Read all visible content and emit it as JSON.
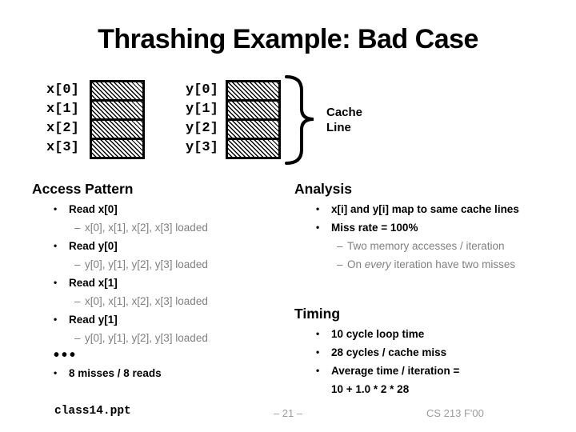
{
  "slide": {
    "title": "Thrashing Example: Bad Case"
  },
  "markers": {
    "bullet": "•",
    "dash": "–"
  },
  "diagram": {
    "x_labels": [
      "x[0]",
      "x[1]",
      "x[2]",
      "x[3]"
    ],
    "y_labels": [
      "y[0]",
      "y[1]",
      "y[2]",
      "y[3]"
    ],
    "brace_label": "Cache Line"
  },
  "access_pattern": {
    "heading": "Access Pattern",
    "rows": [
      {
        "kind": "bullet",
        "text": "Read x[0]"
      },
      {
        "kind": "dash",
        "text": "x[0], x[1], x[2], x[3] loaded"
      },
      {
        "kind": "bullet",
        "text": "Read y[0]"
      },
      {
        "kind": "dash",
        "text": "y[0], y[1], y[2], y[3] loaded"
      },
      {
        "kind": "bullet",
        "text": "Read x[1]"
      },
      {
        "kind": "dash",
        "text": "x[0], x[1], x[2], x[3] loaded"
      },
      {
        "kind": "bullet",
        "text": "Read y[1]"
      },
      {
        "kind": "dash",
        "text": "y[0], y[1], y[2], y[3] loaded"
      },
      {
        "kind": "ellipsis",
        "text": "•••"
      },
      {
        "kind": "bullet",
        "text": "8 misses / 8 reads"
      }
    ]
  },
  "analysis": {
    "heading": "Analysis",
    "bullet1": "x[i] and y[i] map to same cache lines",
    "bullet2": "Miss rate = 100%",
    "sub1": "Two memory accesses / iteration",
    "sub2_pre": "On ",
    "sub2_em": "every",
    "sub2_post": " iteration have two misses"
  },
  "timing": {
    "heading": "Timing",
    "bullet1": "10 cycle loop time",
    "bullet2": "28 cycles / cache miss",
    "bullet3": "Average time / iteration =",
    "continuation": "10 + 1.0 * 2 * 28"
  },
  "footer": {
    "left": "class14.ppt",
    "center": "– 21 –",
    "right": "CS 213 F'00"
  },
  "colors": {
    "text": "#000000",
    "sub_text": "#808080",
    "footer_muted": "#9c9c9c"
  }
}
